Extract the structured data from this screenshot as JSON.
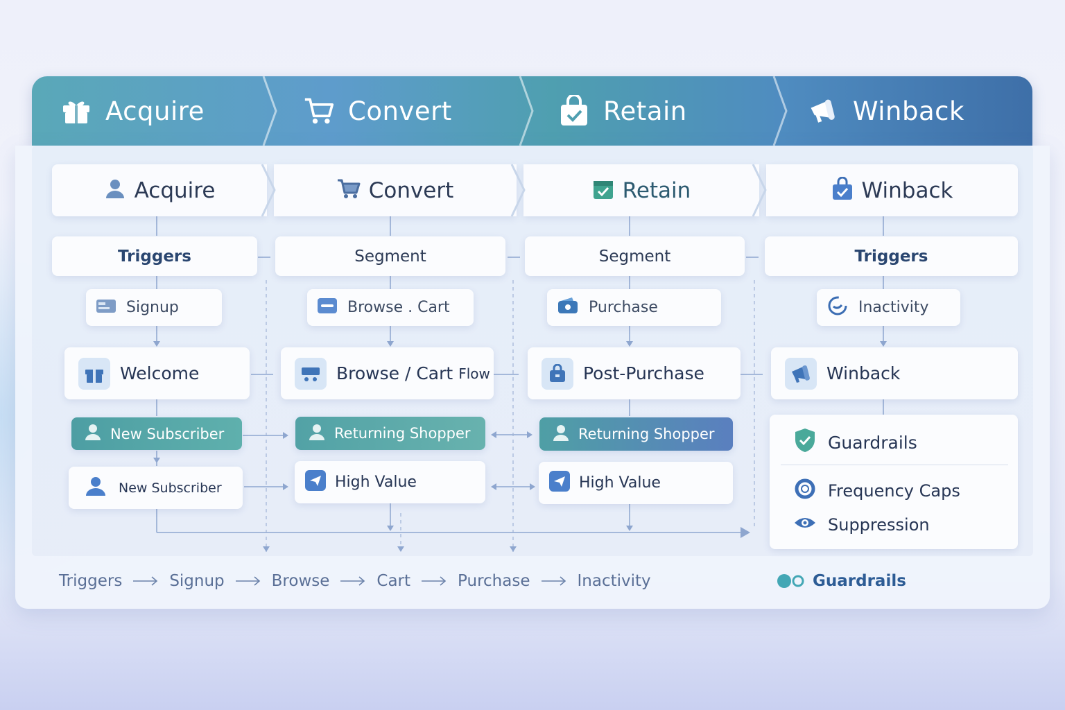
{
  "banner": {
    "stages": [
      {
        "label": "Acquire",
        "icon": "gift-icon"
      },
      {
        "label": "Convert",
        "icon": "cart-icon"
      },
      {
        "label": "Retain",
        "icon": "bag-check-icon"
      },
      {
        "label": "Winback",
        "icon": "megaphone-icon"
      }
    ]
  },
  "stages": [
    {
      "label": "Acquire",
      "icon": "user-icon"
    },
    {
      "label": "Convert",
      "icon": "cart-icon"
    },
    {
      "label": "Retain",
      "icon": "calendar-check-icon"
    },
    {
      "label": "Winback",
      "icon": "bag-check-icon"
    }
  ],
  "columns": [
    {
      "header": "Triggers",
      "trigger": "Signup",
      "flow": "Welcome",
      "segment": "New Subscriber",
      "segment2": "New Subscriber"
    },
    {
      "header": "Segment",
      "trigger": "Browse . Cart",
      "flow": "Browse / Cart",
      "flow_suffix": "Flow",
      "segment": "Returning Shopper",
      "segment2": "High Value"
    },
    {
      "header": "Segment",
      "trigger": "Purchase",
      "flow": "Post-Purchase",
      "segment": "Returning Shopper",
      "segment2": "High Value"
    },
    {
      "header": "Triggers",
      "trigger": "Inactivity",
      "flow": "Winback"
    }
  ],
  "guardrails": {
    "title": "Guardrails",
    "items": [
      {
        "label": "Frequency Caps",
        "icon": "lifebuoy-icon"
      },
      {
        "label": "Suppression",
        "icon": "eye-icon"
      }
    ]
  },
  "footer": {
    "steps": [
      "Triggers",
      "Signup",
      "Browse",
      "Cart",
      "Purchase",
      "Inactivity"
    ],
    "guardrails_label": "Guardrails"
  },
  "colors": {
    "segment_teal": "#55a7a8",
    "segment_blue": "#5a88bf",
    "accent_text": "#2d5c95"
  }
}
